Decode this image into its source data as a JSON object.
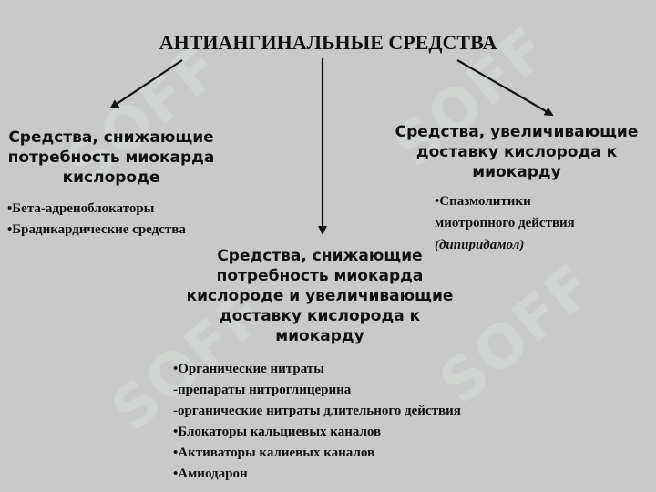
{
  "title": "АНТИАНГИНАЛЬНЫЕ СРЕДСТВА",
  "watermark": "SOFF",
  "left": {
    "heading": [
      "Средства, снижающие",
      "потребность миокарда",
      "кислороде"
    ],
    "items": [
      "•Бета-адреноблокаторы",
      "•Брадикардические средства"
    ]
  },
  "right": {
    "heading": [
      "Средства, увеличивающие",
      "доставку кислорода к",
      "миокарду"
    ],
    "items": [
      "•Спазмолитики",
      "миотропного действия",
      "(дипиридамол)"
    ]
  },
  "center": {
    "heading": [
      "Средства, снижающие",
      "потребность миокарда",
      "кислороде и увеличивающие",
      "доставку кислорода к",
      "миокарду"
    ],
    "items": [
      "•Органические нитраты",
      "-препараты нитроглицерина",
      "-органические нитраты длительного действия",
      "•Блокаторы кальциевых каналов",
      "•Активаторы калиевых каналов",
      "•Амиодарон"
    ]
  },
  "colors": {
    "background": "#c9c9c9",
    "text": "#111111",
    "watermark": "#d6ddd6"
  }
}
